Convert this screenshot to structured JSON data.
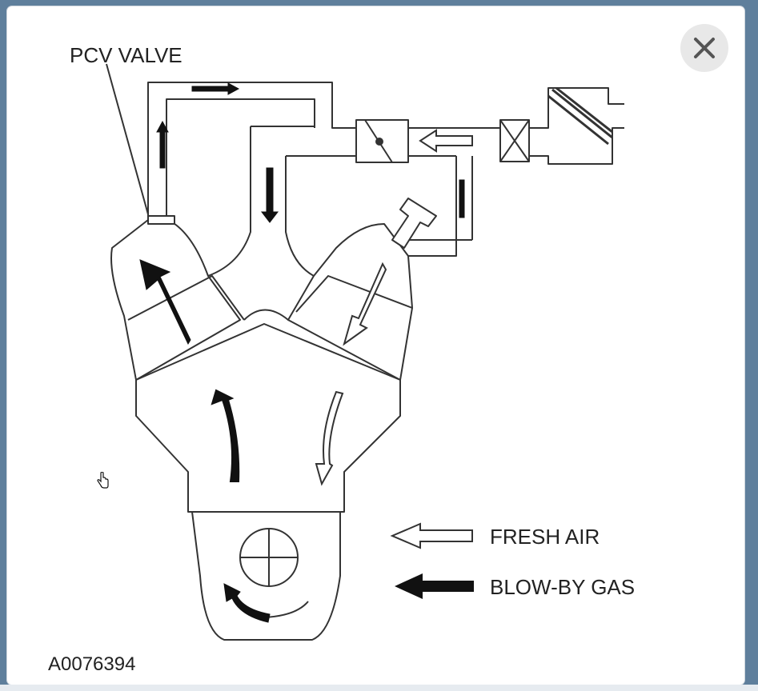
{
  "labels": {
    "pcv_valve": "PCV VALVE",
    "fresh_air": "FRESH AIR",
    "blow_by_gas": "BLOW-BY GAS",
    "figure_id": "A0076394"
  },
  "legend": [
    {
      "name": "fresh-air",
      "style": "hollow-arrow"
    },
    {
      "name": "blow-by-gas",
      "style": "solid-arrow"
    }
  ],
  "icons": {
    "close": "close-icon",
    "cursor": "hand-pointer-icon"
  },
  "colors": {
    "background": "#5f7f9c",
    "modal": "#ffffff",
    "line": "#333333",
    "close_bg": "#e8e8e8"
  }
}
